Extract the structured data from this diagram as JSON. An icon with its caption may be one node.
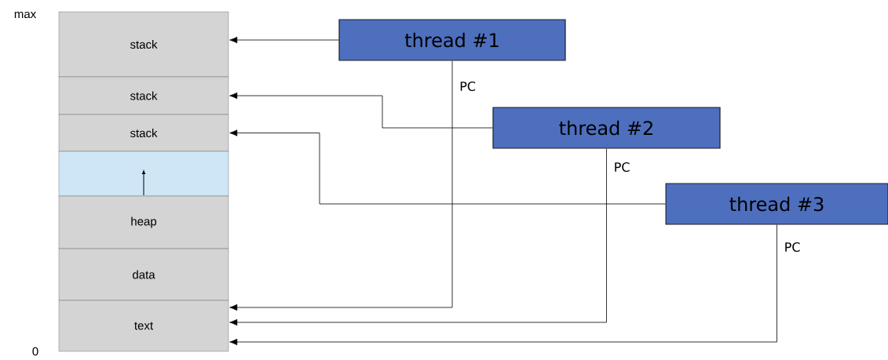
{
  "diagram": {
    "nodes": [
      {
        "text": [
          "stack"
        ]
      },
      {
        "text": [
          "stack"
        ]
      },
      {
        "text": [
          "stack"
        ]
      },
      {
        "text": [],
        "shape": "box"
      },
      {
        "text": [
          "heap"
        ]
      },
      {
        "text": [
          "data"
        ]
      },
      {
        "text": [
          "text"
        ]
      },
      {
        "text": [
          "thread #1"
        ]
      },
      {
        "text": [
          "thread #2"
        ]
      },
      {
        "text": [
          "thread #3"
        ]
      }
    ],
    "edges": [
      {
        "from": 7,
        "to": 0,
        "arrow": "to"
      },
      {
        "from": 8,
        "to": 1,
        "arrow": "to"
      },
      {
        "from": 9,
        "to": 2,
        "arrow": "to"
      },
      {
        "from": 7,
        "to": 6,
        "arrow": "to",
        "label": "PC"
      },
      {
        "from": 8,
        "to": 6,
        "arrow": "to",
        "label": "PC"
      },
      {
        "from": 9,
        "to": 6,
        "arrow": "to",
        "label": "PC"
      }
    ],
    "labels": [
      "max",
      "0"
    ]
  }
}
